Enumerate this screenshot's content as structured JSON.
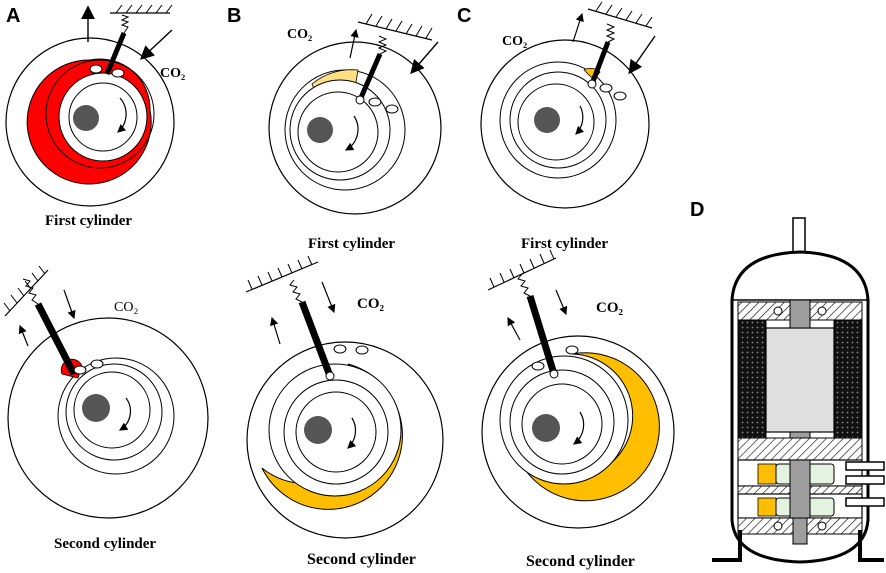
{
  "panels": {
    "A": {
      "letter": "A",
      "first_caption": "First cylinder",
      "second_caption": "Second cylinder",
      "first_gas": "CO₂",
      "second_gas": "CO₂",
      "chamber_color": "#ff0000"
    },
    "B": {
      "letter": "B",
      "first_caption": "First cylinder",
      "second_caption": "Second cylinder",
      "first_gas": "CO₂",
      "second_gas": "CO₂",
      "chamber_color_light": "#ffe082",
      "chamber_color": "#ffbf00"
    },
    "C": {
      "letter": "C",
      "first_caption": "First cylinder",
      "second_caption": "Second cylinder",
      "first_gas": "CO₂",
      "second_gas": "CO₂",
      "chamber_color": "#ffbf00"
    },
    "D": {
      "letter": "D"
    }
  },
  "colors": {
    "roller_hub": "#555555",
    "motor_core": "#e0e0e0",
    "winding": "#1a1a1a",
    "cylinder_body": "#e4f2e0",
    "compressed_gas": "#ffbf00"
  }
}
